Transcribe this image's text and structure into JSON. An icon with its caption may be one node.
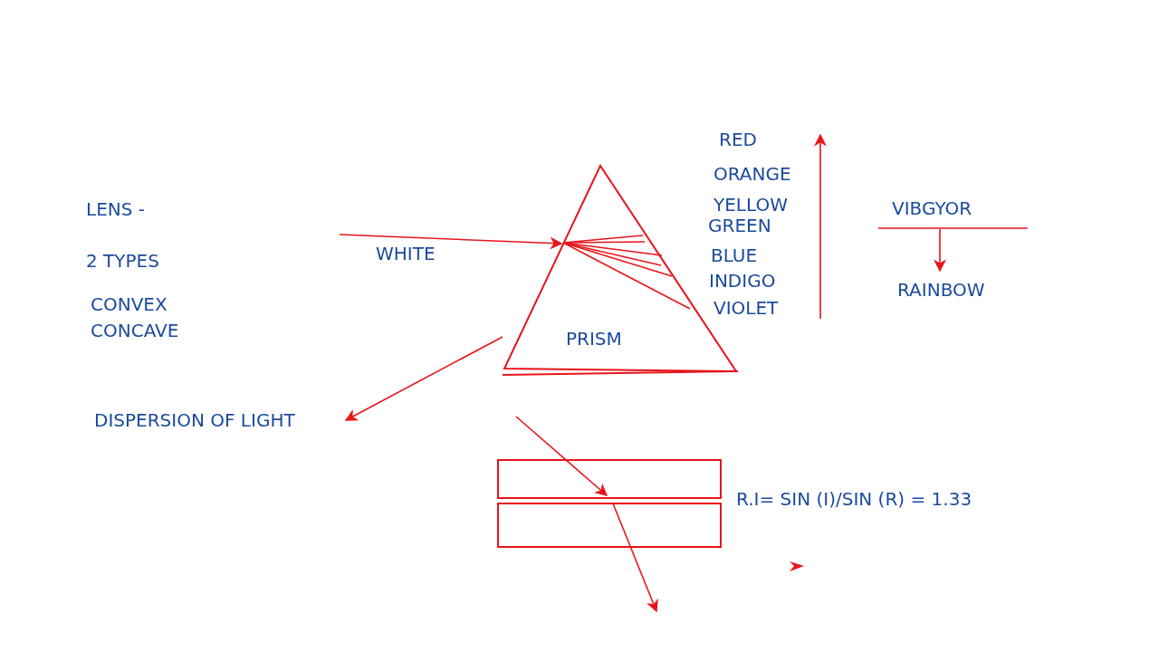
{
  "diagram": {
    "nodes": [
      {
        "text": [
          "PRISM"
        ]
      },
      {
        "text": [
          "DISPERSION OF LIGHT"
        ]
      },
      {
        "text": [
          "VIBGYOR"
        ]
      },
      {
        "text": [
          "RAINBOW"
        ]
      },
      {
        "text": [],
        "shape": "box"
      },
      {
        "text": [],
        "shape": "box"
      }
    ],
    "edges": [
      {
        "from": 0,
        "to": 1,
        "arrow": "to"
      },
      {
        "from": 2,
        "to": 3,
        "arrow": "to"
      },
      {
        "from": null,
        "to": 4,
        "arrow": "to"
      },
      {
        "from": 5,
        "to": null,
        "arrow": "to"
      }
    ],
    "labels": [
      "LENS -",
      "2 TYPES",
      "CONVEX",
      "CONCAVE",
      "WHITE",
      "RED",
      "ORANGE",
      "YELLOW",
      "GREEN",
      "BLUE",
      "INDIGO",
      "VIOLET",
      "R.I= SIN (I)/SIN (R) = 1.33"
    ]
  }
}
